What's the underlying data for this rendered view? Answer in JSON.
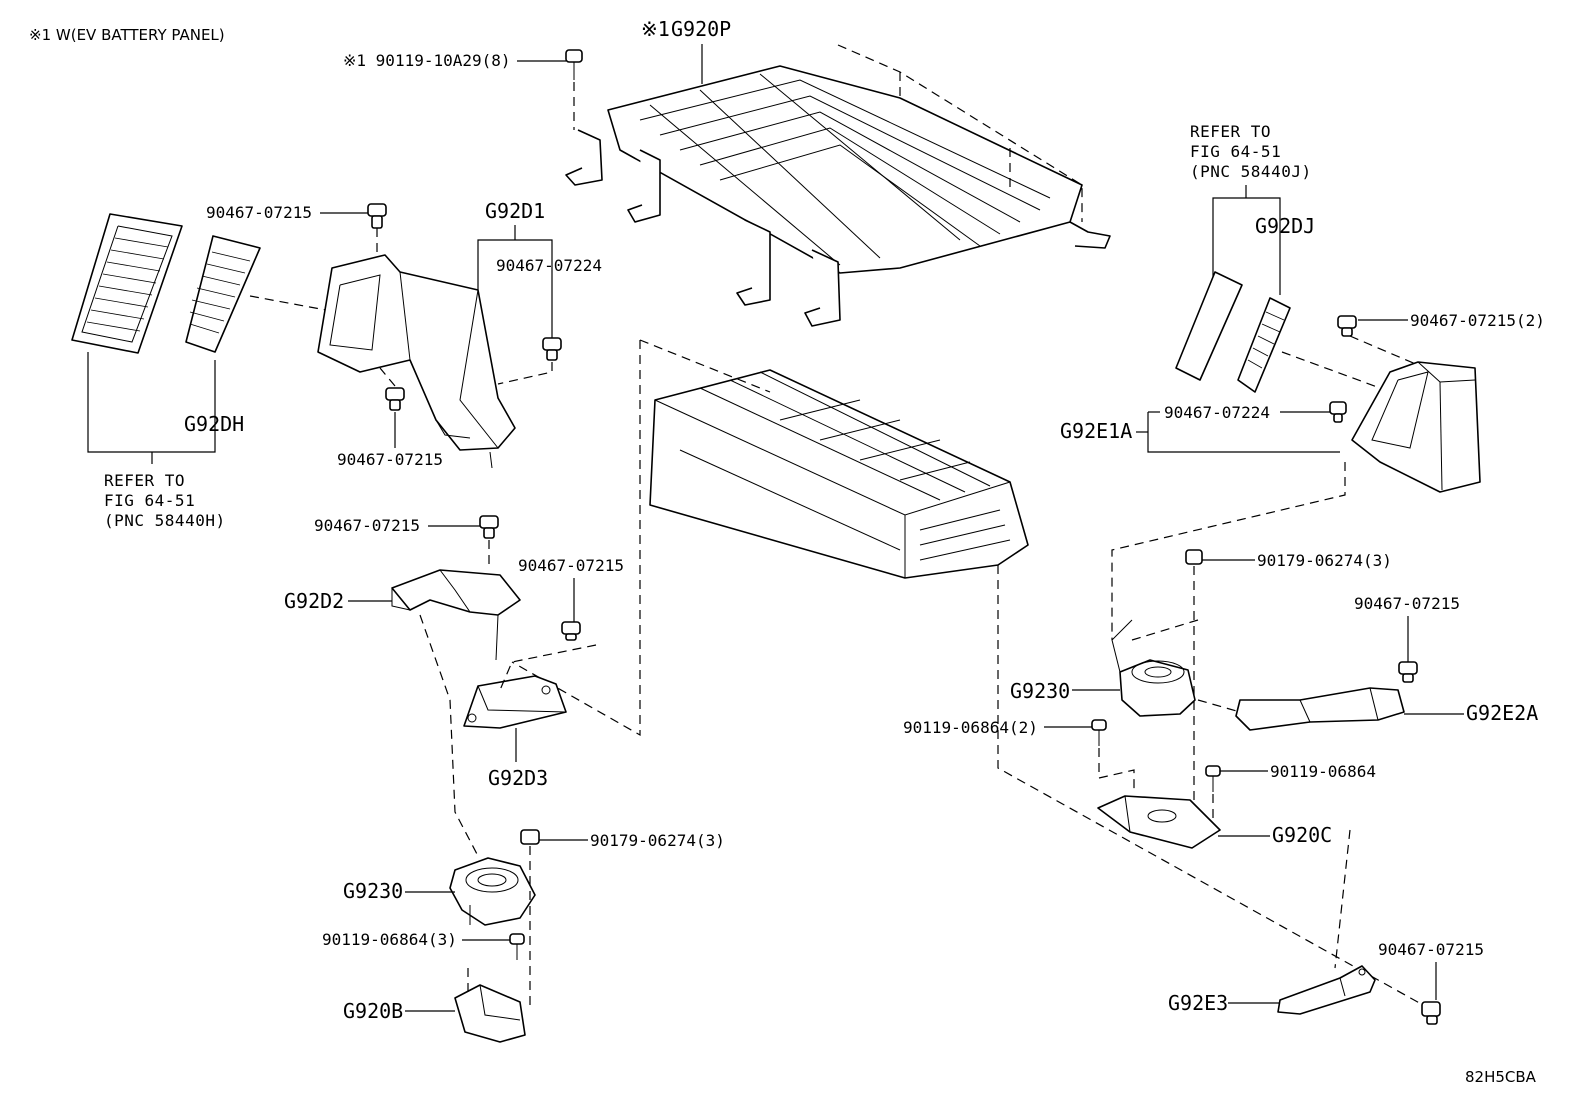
{
  "header_note": "※1 W(EV BATTERY PANEL)",
  "diagram_code": "82H5CBA",
  "top_panel": {
    "callout": "G920P",
    "prefix": "※1",
    "bolt": "※1 90119-10A29(8)"
  },
  "left_assembly": {
    "g92d1": "G92D1",
    "g92dh": "G92DH",
    "g92d2": "G92D2",
    "g92d3": "G92D3",
    "g9230": "G9230",
    "g920b": "G920B",
    "clip_top": "90467-07215",
    "clip_g92d1": "90467-07224",
    "clip_under": "90467-07215",
    "clip_g92d2": "90467-07215",
    "clip_g92d3": "90467-07215",
    "nut": "90179-06274(3)",
    "screw": "90119-06864(3)",
    "refer": [
      "REFER TO",
      "FIG 64-51",
      "(PNC 58440H)"
    ]
  },
  "right_assembly": {
    "g92dj": "G92DJ",
    "g92e1a": "G92E1A",
    "g9230": "G9230",
    "g92e2a": "G92E2A",
    "g920c": "G920C",
    "g92e3": "G92E3",
    "clip_top": "90467-07215(2)",
    "clip_g92e1a": "90467-07224",
    "nut": "90179-06274(3)",
    "clip_g92e2a": "90467-07215",
    "screw_pair": "90119-06864(2)",
    "screw_single": "90119-06864",
    "clip_g92e3": "90467-07215",
    "refer": [
      "REFER TO",
      "FIG 64-51",
      "(PNC 58440J)"
    ]
  }
}
